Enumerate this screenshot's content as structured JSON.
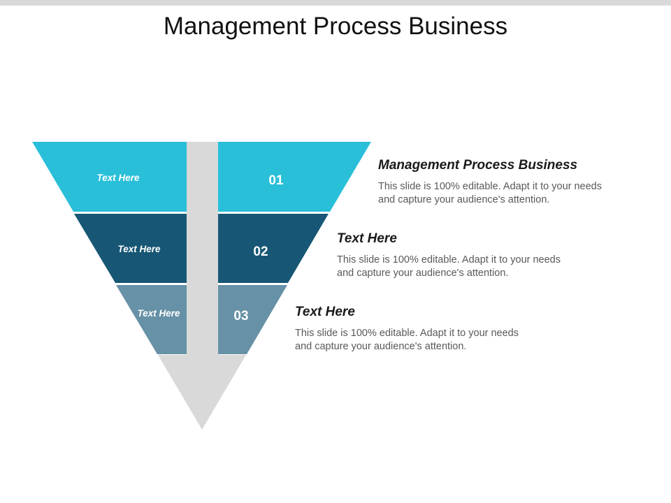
{
  "title": "Management Process Business",
  "colors": {
    "segment_1": "#29bfd9",
    "segment_2": "#175775",
    "segment_3": "#6691a6",
    "arrow": "#d9d9d9"
  },
  "segments": [
    {
      "label": "Text Here",
      "number": "01"
    },
    {
      "label": "Text Here",
      "number": "02"
    },
    {
      "label": "Text Here",
      "number": "03"
    }
  ],
  "descriptions": [
    {
      "heading": "Management Process Business",
      "body_line_1": "This slide is 100% editable. Adapt it to your needs",
      "body_line_2": "and capture your audience's attention."
    },
    {
      "heading": "Text Here",
      "body_line_1": "This slide is 100% editable. Adapt it to your needs",
      "body_line_2": "and capture your audience's attention."
    },
    {
      "heading": "Text Here",
      "body_line_1": "This slide is 100% editable. Adapt it to your needs",
      "body_line_2": "and capture your audience's attention."
    }
  ]
}
